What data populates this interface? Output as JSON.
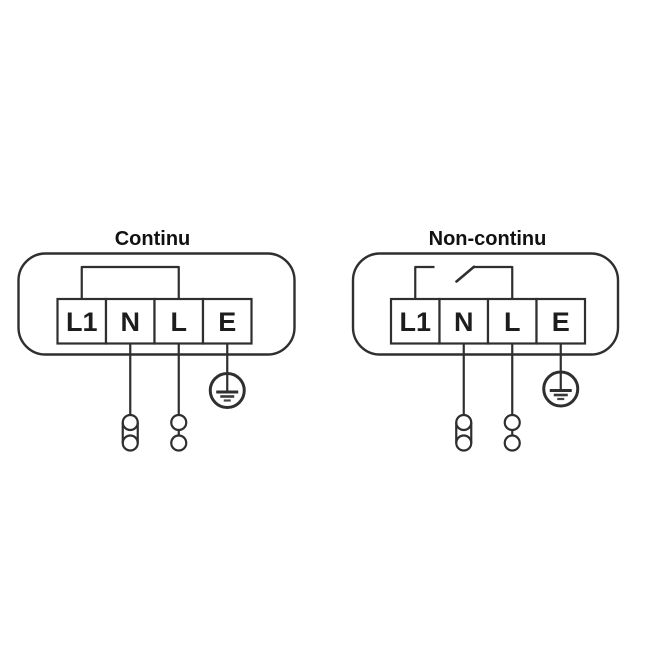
{
  "colors": {
    "background": "#ffffff",
    "line": "#2f2f2f",
    "text": "#111111"
  },
  "diagrams": [
    {
      "title": "Continu",
      "terminals": [
        "L1",
        "N",
        "L",
        "E"
      ],
      "bridge": "closed-link-L1-to-L",
      "icons": {
        "neutral_connector": "twin-circle-capsule-connector",
        "live_connector": "twin-circle-chain-connector",
        "earth": "protective-earth-ground-symbol"
      }
    },
    {
      "title": "Non-continu",
      "terminals": [
        "L1",
        "N",
        "L",
        "E"
      ],
      "bridge": "open-switch-L1-to-L",
      "icons": {
        "neutral_connector": "twin-circle-capsule-connector",
        "live_connector": "twin-circle-chain-connector",
        "earth": "protective-earth-ground-symbol"
      }
    }
  ]
}
